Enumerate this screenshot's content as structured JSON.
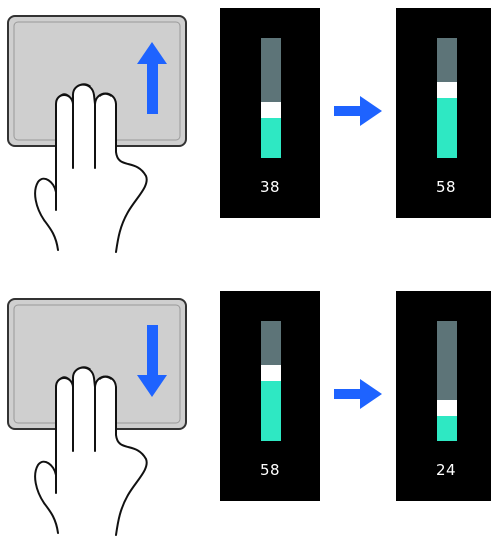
{
  "colors": {
    "gesture_arrow": "#1e63ff",
    "meter_track": "#5d7478",
    "meter_fill": "#2ee8c3",
    "meter_thumb": "#ffffff",
    "panel_background": "#000000"
  },
  "rows": [
    {
      "gesture": "three-finger-swipe-up",
      "direction": "up",
      "before": {
        "value": "38",
        "level": 38
      },
      "after": {
        "value": "58",
        "level": 58
      }
    },
    {
      "gesture": "three-finger-swipe-down",
      "direction": "down",
      "before": {
        "value": "58",
        "level": 58
      },
      "after": {
        "value": "24",
        "level": 24
      }
    }
  ]
}
